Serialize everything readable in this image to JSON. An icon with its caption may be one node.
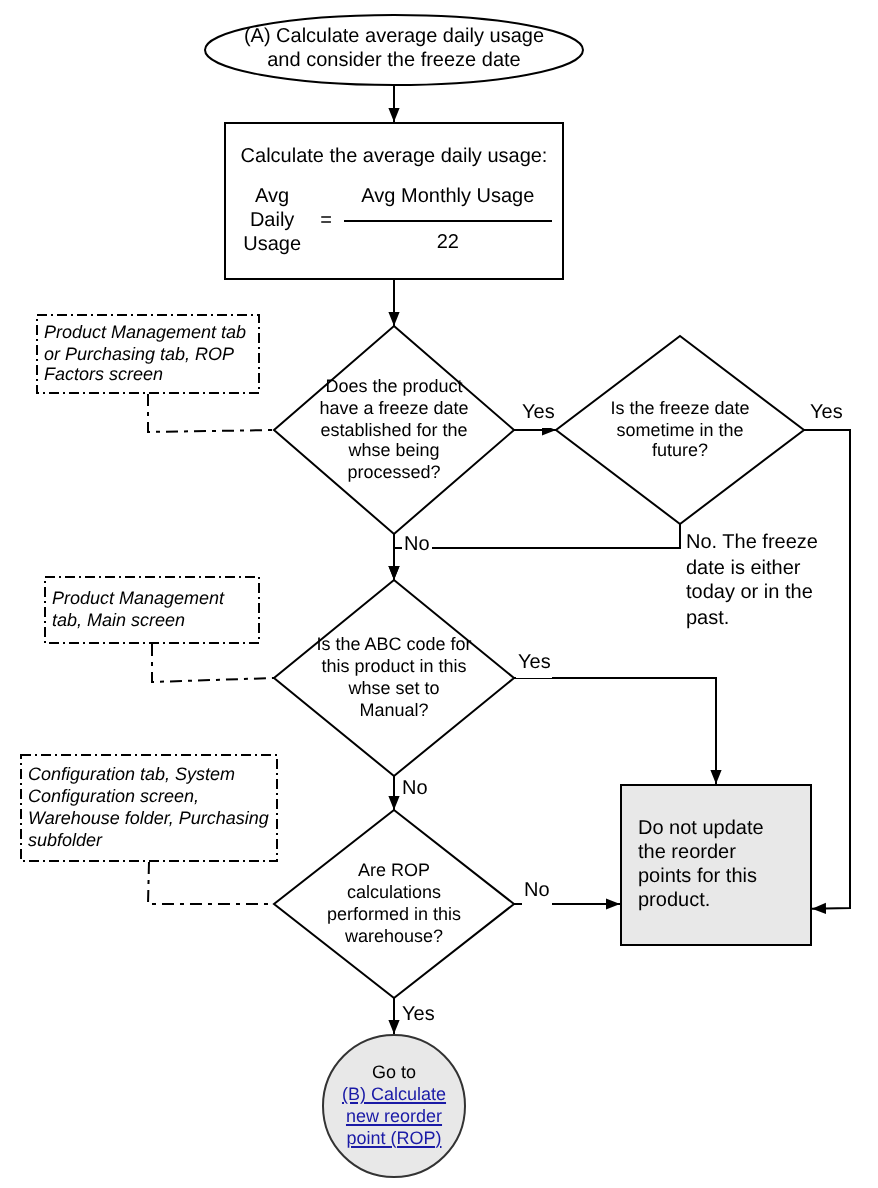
{
  "diagram": {
    "nodes": [
      {
        "text": [
          "(A) Calculate average daily usage and consider the freeze date"
        ]
      },
      {
        "text": [
          "Calculate the average daily usage:",
          "Avg Daily Usage",
          "=",
          "Avg Monthly Usage",
          "22"
        ]
      },
      {
        "text": [
          "Product Management tab or Purchasing tab, ROP Factors screen"
        ]
      },
      {
        "text": [
          "Does the product have a freeze date established for the whse being processed?"
        ]
      },
      {
        "text": [
          "Is the freeze date sometime in the future?"
        ]
      },
      {
        "text": [
          "Product Management tab, Main screen"
        ]
      },
      {
        "text": [
          "Is the ABC code for this product in this whse set to Manual?"
        ]
      },
      {
        "text": [
          "Configuration tab, System Configuration screen, Warehouse folder, Purchasing subfolder"
        ]
      },
      {
        "text": [
          "Are ROP calculations performed in this warehouse?"
        ]
      },
      {
        "text": [
          "Do not update the reorder points for this product."
        ]
      },
      {
        "text": [
          "Go to",
          "(B) Calculate new reorder point (ROP)"
        ]
      }
    ],
    "edges": [
      {
        "from": 0,
        "to": 1,
        "arrow": "to"
      },
      {
        "from": 1,
        "to": 3,
        "arrow": "to"
      },
      {
        "from": 2,
        "to": 3,
        "arrow": "none",
        "style": "dashed"
      },
      {
        "from": 3,
        "to": 4,
        "arrow": "to",
        "label": "Yes"
      },
      {
        "from": 4,
        "to": 9,
        "arrow": "to",
        "label": "Yes"
      },
      {
        "from": 3,
        "to": 6,
        "arrow": "to",
        "label": "No"
      },
      {
        "from": 4,
        "to": 6,
        "arrow": "to",
        "label": "No. The freeze date is either today or in the past."
      },
      {
        "from": 5,
        "to": 6,
        "arrow": "none",
        "style": "dashed"
      },
      {
        "from": 6,
        "to": 9,
        "arrow": "to",
        "label": "Yes"
      },
      {
        "from": 6,
        "to": 8,
        "arrow": "to",
        "label": "No"
      },
      {
        "from": 7,
        "to": 8,
        "arrow": "none",
        "style": "dashed"
      },
      {
        "from": 8,
        "to": 9,
        "arrow": "to",
        "label": "No"
      },
      {
        "from": 8,
        "to": 10,
        "arrow": "to",
        "label": "Yes"
      }
    ]
  }
}
